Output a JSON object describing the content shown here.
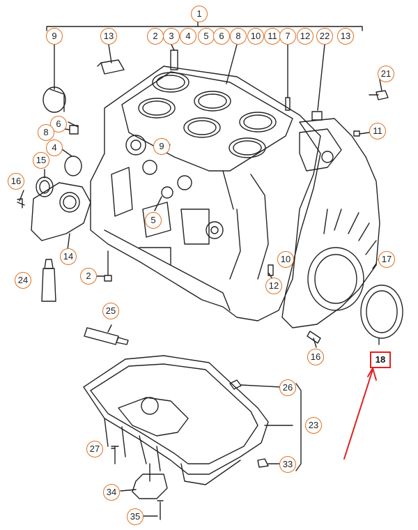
{
  "callouts": {
    "c1": "1",
    "c9a": "9",
    "c13a": "13",
    "c2a": "2",
    "c3a": "3",
    "c4a": "4",
    "c5a": "5",
    "c6a": "6",
    "c8a": "8",
    "c10a": "10",
    "c11a": "11",
    "c7a": "7",
    "c12a": "12",
    "c22": "22",
    "c13b": "13",
    "c21": "21",
    "c6b": "6",
    "c8b": "8",
    "c4b": "4",
    "c9b": "9",
    "c11b": "11",
    "c15": "15",
    "c16a": "16",
    "c5b": "5",
    "c14": "14",
    "c24": "24",
    "c2b": "2",
    "c10b": "10",
    "c12b": "12",
    "c17": "17",
    "c16b": "16",
    "c18": "18",
    "c25": "25",
    "c26": "26",
    "c23": "23",
    "c27": "27",
    "c33": "33",
    "c34": "34",
    "c35": "35"
  },
  "colors": {
    "callout_border": "#e07020",
    "highlight": "#e02020",
    "line": "#222222"
  }
}
